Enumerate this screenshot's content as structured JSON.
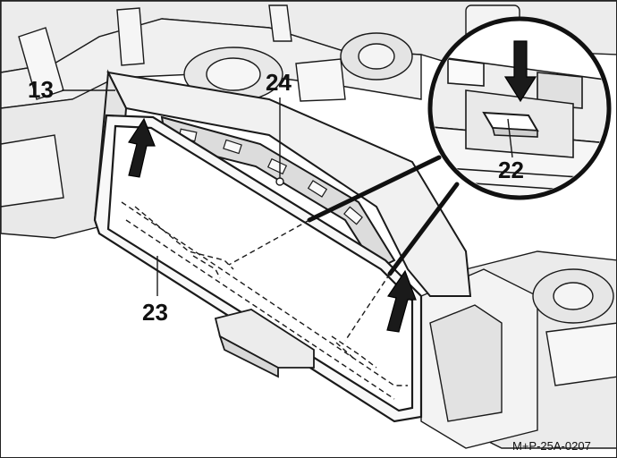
{
  "figure": {
    "reference_code": "M+P-25A-0207",
    "callouts": [
      {
        "id": "13",
        "text": "13"
      },
      {
        "id": "24",
        "text": "24"
      },
      {
        "id": "22",
        "text": "22"
      },
      {
        "id": "23",
        "text": "23"
      }
    ],
    "arrow_icons": [
      "up-right-arrow-icon",
      "up-right-arrow-icon",
      "down-arrow-icon"
    ],
    "colors": {
      "line": "#1a1a1a",
      "shade": "#e6e6e6",
      "dark": "#111111"
    }
  }
}
